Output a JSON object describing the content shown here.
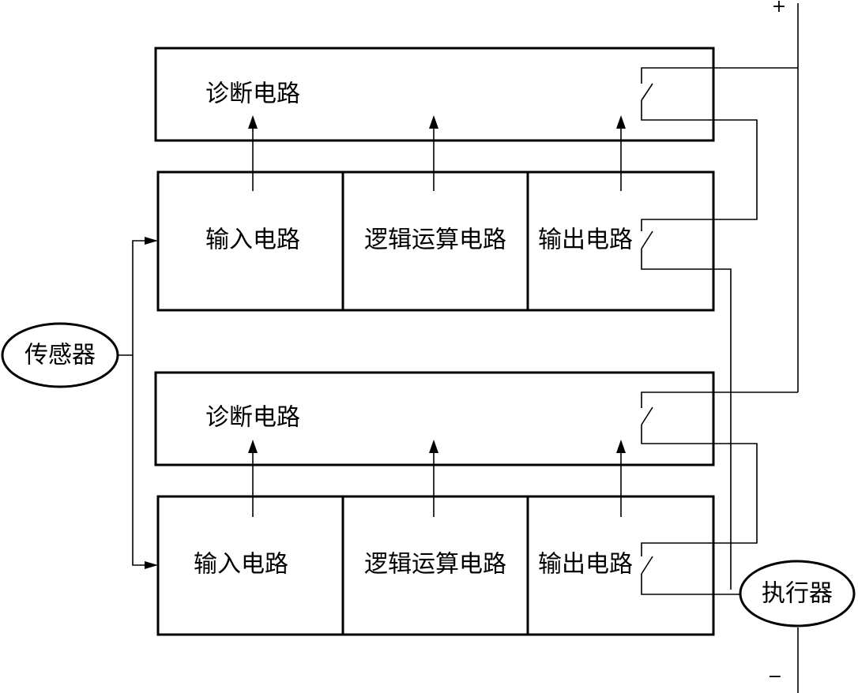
{
  "labels": {
    "sensor": "传感器",
    "actuator": "执行器",
    "positive": "+",
    "negative": "−"
  },
  "channels": [
    {
      "diagnostic": "诊断电路",
      "input": "输入电路",
      "logic": "逻辑运算电路",
      "output": "输出电路"
    },
    {
      "diagnostic": "诊断电路",
      "input": "输入电路",
      "logic": "逻辑运算电路",
      "output": "输出电路"
    }
  ]
}
